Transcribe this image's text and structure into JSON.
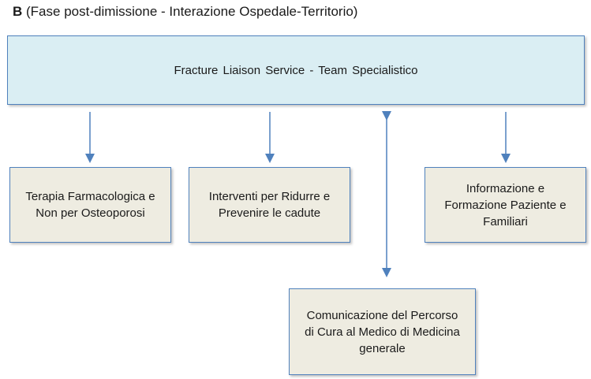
{
  "title": {
    "label": "B",
    "text": "(Fase post-dimissione - Interazione Ospedale-Territorio)"
  },
  "top_box": {
    "text": "Fracture Liaison Service - Team Specialistico"
  },
  "boxes": [
    {
      "text": "Terapia Farmacologica e\nNon per Osteoporosi"
    },
    {
      "text": "Interventi per Ridurre e\nPrevenire le cadute"
    },
    {
      "text": "Informazione e\nFormazione Paziente e\nFamiliari"
    },
    {
      "text": "Comunicazione del Percorso\ndi Cura al Medico di Medicina\ngenerale"
    }
  ],
  "colors": {
    "top_fill": "#daeef3",
    "box_fill": "#eeece1",
    "border": "#4f81bd",
    "arrow": "#4f81bd"
  }
}
